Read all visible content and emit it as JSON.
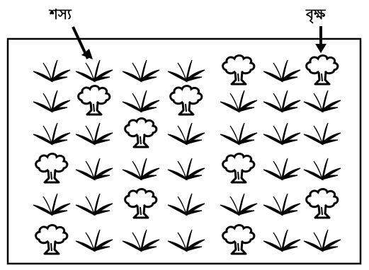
{
  "labels": {
    "crop": "শস্য",
    "tree": "বৃক্ষ"
  },
  "plant_types": {
    "C": "crop-icon",
    "T": "tree-icon"
  },
  "grid": [
    [
      "C",
      "C",
      "C",
      "C",
      "T",
      "C",
      "T"
    ],
    [
      "C",
      "T",
      "C",
      "T",
      "C",
      "C",
      "C"
    ],
    [
      "C",
      "C",
      "T",
      "C",
      "C",
      "C",
      "C"
    ],
    [
      "T",
      "C",
      "C",
      "C",
      "T",
      "C",
      "C"
    ],
    [
      "C",
      "C",
      "T",
      "C",
      "C",
      "C",
      "T"
    ],
    [
      "T",
      "C",
      "C",
      "C",
      "T",
      "C",
      "C"
    ]
  ],
  "colors": {
    "ink": "#000000",
    "background": "#ffffff"
  }
}
